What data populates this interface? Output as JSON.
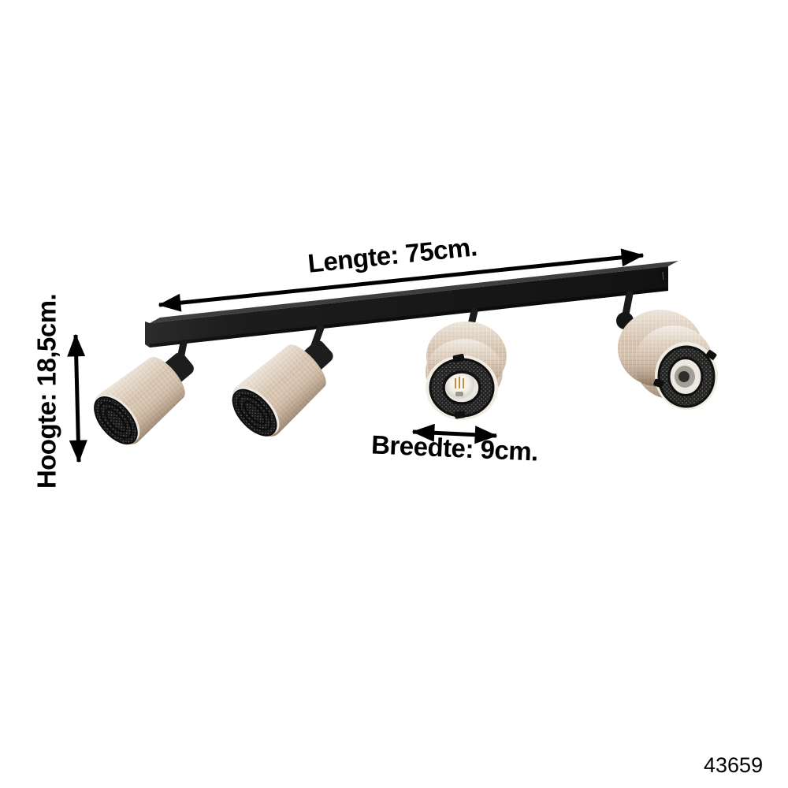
{
  "diagram": {
    "background_color": "#ffffff",
    "article_number": "43659",
    "labels": {
      "length": "Lengte: 75cm.",
      "height": "Hoogte: 18,5cm.",
      "width": "Breedte: 9cm."
    },
    "dimensions_cm": {
      "length": "75",
      "height": "18,5",
      "width": "9"
    },
    "annotation_color": "#000000",
    "fixture": {
      "spots_count": 4,
      "colors": {
        "bar_front": "#1e1e1e",
        "bar_top": "#3e3e3e",
        "shade_fabric": "#d8c6b2",
        "shade_rim": "#efe9df",
        "mesh": "#161616",
        "joints": "#161616",
        "bulb_glass": "#f3f1ea",
        "filament": "#c08034"
      }
    }
  }
}
